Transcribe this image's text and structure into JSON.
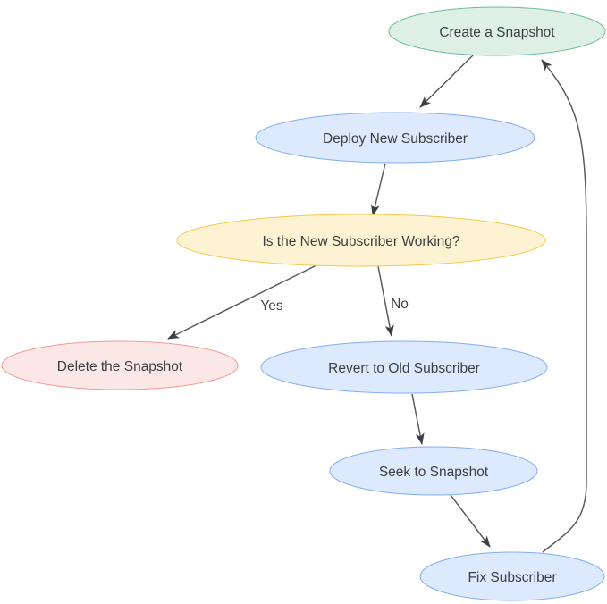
{
  "diagram": {
    "type": "flowchart",
    "description": "Snapshot / subscriber deployment decision flowchart"
  },
  "colors": {
    "background": "#ffffff",
    "edge": "#595c60",
    "arrowhead": "#3c4043",
    "text": "#3c4043",
    "node_green_fill": "#def0e6",
    "node_green_stroke": "#6abf95",
    "node_blue_fill": "#dde9fc",
    "node_blue_stroke": "#81aef2",
    "node_yellow_fill": "#fdf3d3",
    "node_yellow_stroke": "#f3c84b",
    "node_red_fill": "#fbe7e6",
    "node_red_stroke": "#f19d95"
  },
  "nodes": [
    {
      "id": "create-snapshot",
      "label": "Create a Snapshot",
      "fill": "#def0e6",
      "stroke": "#6abf95"
    },
    {
      "id": "deploy-new-subscriber",
      "label": "Deploy New Subscriber",
      "fill": "#dde9fc",
      "stroke": "#81aef2"
    },
    {
      "id": "is-new-subscriber-working",
      "label": "Is the New Subscriber Working?",
      "fill": "#fdf3d3",
      "stroke": "#f3c84b"
    },
    {
      "id": "delete-snapshot",
      "label": "Delete the Snapshot",
      "fill": "#fbe7e6",
      "stroke": "#f19d95"
    },
    {
      "id": "revert-to-old-subscriber",
      "label": "Revert to Old Subscriber",
      "fill": "#dde9fc",
      "stroke": "#81aef2"
    },
    {
      "id": "seek-to-snapshot",
      "label": "Seek to Snapshot",
      "fill": "#dde9fc",
      "stroke": "#81aef2"
    },
    {
      "id": "fix-subscriber",
      "label": "Fix Subscriber",
      "fill": "#dde9fc",
      "stroke": "#81aef2"
    }
  ],
  "edges": [
    {
      "from": "create-snapshot",
      "to": "deploy-new-subscriber",
      "label": ""
    },
    {
      "from": "deploy-new-subscriber",
      "to": "is-new-subscriber-working",
      "label": ""
    },
    {
      "from": "is-new-subscriber-working",
      "to": "delete-snapshot",
      "label": "Yes"
    },
    {
      "from": "is-new-subscriber-working",
      "to": "revert-to-old-subscriber",
      "label": "No"
    },
    {
      "from": "revert-to-old-subscriber",
      "to": "seek-to-snapshot",
      "label": ""
    },
    {
      "from": "seek-to-snapshot",
      "to": "fix-subscriber",
      "label": ""
    },
    {
      "from": "fix-subscriber",
      "to": "create-snapshot",
      "label": ""
    }
  ]
}
